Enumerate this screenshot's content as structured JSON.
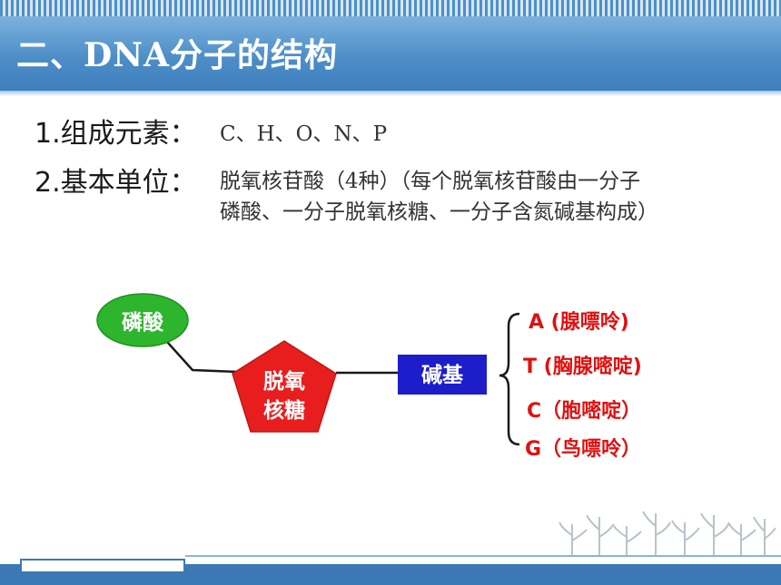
{
  "header": {
    "title": "二、DNA分子的结构"
  },
  "content": {
    "item1": {
      "label": "1.组成元素：",
      "value": "C、H、O、N、P"
    },
    "item2": {
      "label": "2.基本单位：",
      "value_line1": "脱氧核苷酸（4种）（每个脱氧核苷酸由一分子",
      "value_line2": "磷酸、一分子脱氧核糖、一分子含氮碱基构成）"
    }
  },
  "diagram": {
    "phosphate": {
      "label": "磷酸",
      "color": "#2db52d"
    },
    "sugar": {
      "line1": "脱氧",
      "line2": "核糖",
      "color": "#e81e1e"
    },
    "base": {
      "label": "碱基",
      "color": "#1d1dcc"
    },
    "bases": [
      "A (腺嘌呤)",
      "T (胸腺嘧啶)",
      "C（胞嘧啶）",
      "G（鸟嘌呤）"
    ],
    "bases_color": "#e01010"
  },
  "colors": {
    "title_band": "#4d8ec8",
    "bottom_bar": "#3c78b4"
  }
}
